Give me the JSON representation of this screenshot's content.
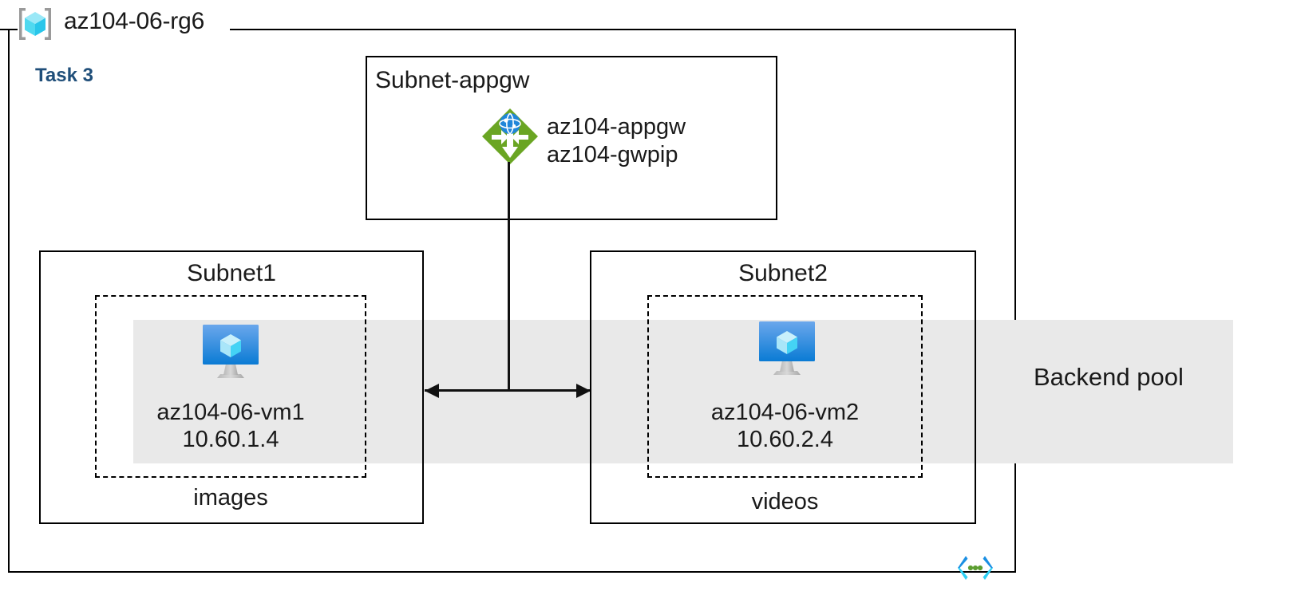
{
  "diagram": {
    "resource_group": {
      "name": "az104-06-rg6",
      "icon": "resource-group-cube-icon"
    },
    "task": {
      "label": "Task 3",
      "color": "#1f4e79"
    },
    "backend_pool": {
      "label": "Backend pool",
      "band_color": "#e9e9e9"
    },
    "code_icon": {
      "name": "code-brackets-icon",
      "bracket_color": "#22b3f0",
      "dot_color": "#5c9e31"
    },
    "subnets": [
      {
        "id": "subnet-appgw",
        "title": "Subnet-appgw",
        "resources": {
          "icon": "application-gateway-icon",
          "icon_color": "#6aa523",
          "labels": [
            "az104-appgw",
            "az104-gwpip"
          ]
        }
      },
      {
        "id": "subnet1",
        "title": "Subnet1",
        "vm": {
          "icon": "virtual-machine-icon",
          "name": "az104-06-vm1",
          "ip": "10.60.1.4"
        },
        "storage_label": "images"
      },
      {
        "id": "subnet2",
        "title": "Subnet2",
        "vm": {
          "icon": "virtual-machine-icon",
          "name": "az104-06-vm2",
          "ip": "10.60.2.4"
        },
        "storage_label": "videos"
      }
    ],
    "connectors": [
      {
        "id": "appgw-to-backends",
        "type": "double-arrow",
        "from": "subnet-appgw",
        "to": [
          "subnet1",
          "subnet2"
        ]
      }
    ]
  }
}
